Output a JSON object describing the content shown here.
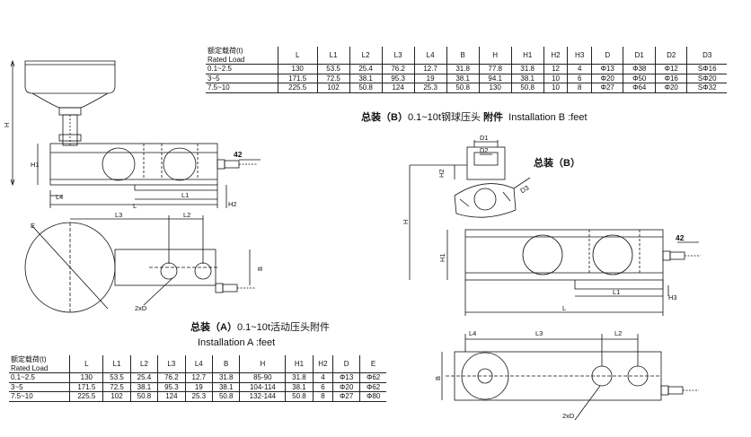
{
  "table_b": {
    "headers": [
      "额定载荷(t)\nRated Load",
      "L",
      "L1",
      "L2",
      "L3",
      "L4",
      "B",
      "H",
      "H1",
      "H2",
      "H3",
      "D",
      "D1",
      "D2",
      "D3"
    ],
    "rows": [
      [
        "0.1~2.5",
        "130",
        "53.5",
        "25.4",
        "76.2",
        "12.7",
        "31.8",
        "77.8",
        "31.8",
        "12",
        "4",
        "Φ13",
        "Φ38",
        "Φ12",
        "SΦ16"
      ],
      [
        "3~5",
        "171.5",
        "72.5",
        "38.1",
        "95.3",
        "19",
        "38.1",
        "94.1",
        "38.1",
        "10",
        "6",
        "Φ20",
        "Φ50",
        "Φ16",
        "SΦ20"
      ],
      [
        "7.5~10",
        "225.5",
        "102",
        "50.8",
        "124",
        "25.3",
        "50.8",
        "130",
        "50.8",
        "10",
        "8",
        "Φ27",
        "Φ64",
        "Φ20",
        "SΦ32"
      ]
    ]
  },
  "table_a": {
    "headers": [
      "额定载荷(t)\nRated Load",
      "L",
      "L1",
      "L2",
      "L3",
      "L4",
      "B",
      "H",
      "H1",
      "H2",
      "D",
      "E"
    ],
    "rows": [
      [
        "0.1~2.5",
        "130",
        "53.5",
        "25.4",
        "76.2",
        "12.7",
        "31.8",
        "85-90",
        "31.8",
        "4",
        "Φ13",
        "Φ62"
      ],
      [
        "3~5",
        "171.5",
        "72.5",
        "38.1",
        "95.3",
        "19",
        "38.1",
        "104-114",
        "38.1",
        "6",
        "Φ20",
        "Φ62"
      ],
      [
        "7.5~10",
        "225.5",
        "102",
        "50.8",
        "124",
        "25.3",
        "50.8",
        "132-144",
        "50.8",
        "8",
        "Φ27",
        "Φ80"
      ]
    ]
  },
  "captions": {
    "b_main_bold": "总装（B）",
    "b_main_rest": "0.1~10t钢球压头",
    "b_main_bold2": "附件",
    "b_main_en": "Installation B :feet",
    "b_title": "总装（B）",
    "a_main_bold": "总装（A）",
    "a_main_rest": "0.1~10t活动压头附件",
    "a_main_en": "Installation A :feet"
  },
  "dimensions": {
    "H": "H",
    "H1": "H1",
    "H2": "H2",
    "H3": "H3",
    "L": "L",
    "L1": "L1",
    "L2": "L2",
    "L3": "L3",
    "L4": "L4",
    "B": "B",
    "D1": "D1",
    "D2": "D2",
    "D3": "D3",
    "E": "E",
    "twoxD": "2xD",
    "v42": "42"
  },
  "colors": {
    "line": "#111111",
    "paper": "#ffffff"
  }
}
